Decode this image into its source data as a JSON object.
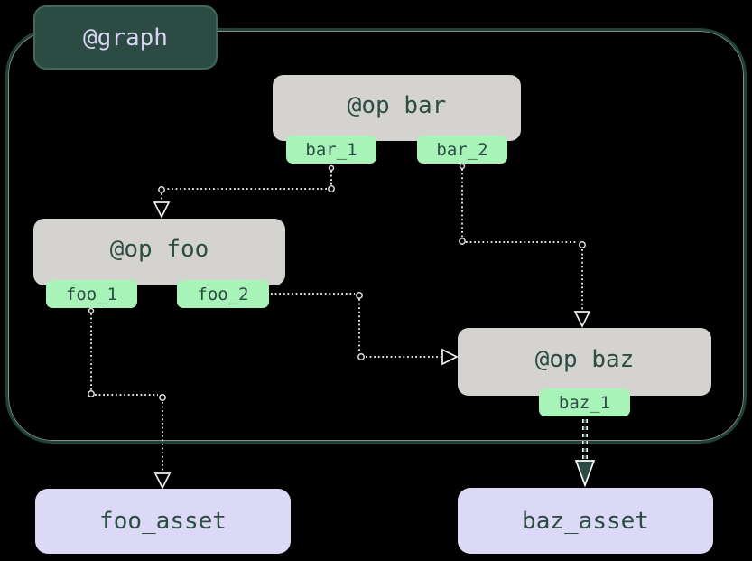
{
  "graph": {
    "label": "@graph"
  },
  "ops": [
    {
      "id": "bar",
      "label": "@op bar",
      "outputs": [
        "bar_1",
        "bar_2"
      ]
    },
    {
      "id": "foo",
      "label": "@op foo",
      "outputs": [
        "foo_1",
        "foo_2"
      ]
    },
    {
      "id": "baz",
      "label": "@op baz",
      "outputs": [
        "baz_1"
      ]
    }
  ],
  "assets": [
    {
      "id": "foo_asset",
      "label": "foo_asset"
    },
    {
      "id": "baz_asset",
      "label": "baz_asset"
    }
  ],
  "edges": [
    {
      "from": "bar_1",
      "to": "@op foo"
    },
    {
      "from": "bar_2",
      "to": "@op baz"
    },
    {
      "from": "foo_2",
      "to": "@op baz"
    },
    {
      "from": "foo_1",
      "to": "foo_asset"
    },
    {
      "from": "baz_1",
      "to": "baz_asset"
    }
  ],
  "colors": {
    "background": "#000000",
    "graph_fill": "#2b4b43",
    "graph_text": "#d7d3f2",
    "container_border": "#1e4238",
    "op_fill": "#d5d3d0",
    "op_text": "#2d4d44",
    "output_tag_fill": "#a7f3b8",
    "asset_fill": "#dcd9f6",
    "edge_dotted": "#dedede",
    "edge_asset_arrow": "#2b4b43"
  }
}
